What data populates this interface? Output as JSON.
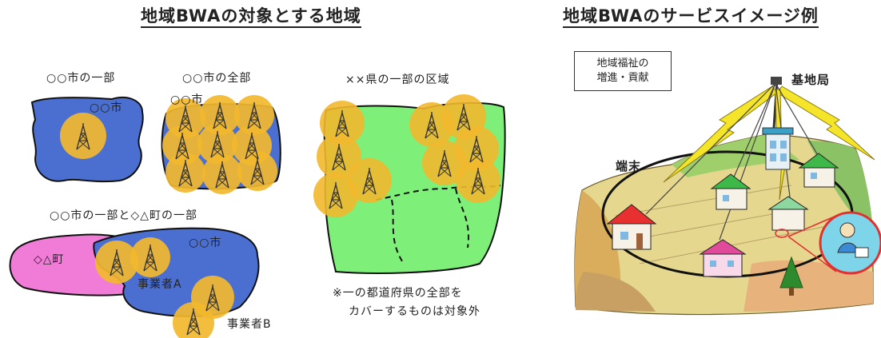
{
  "left_title": "地域BWAの対象とする地域",
  "right_title": "地域BWAのサービスイメージ例",
  "area_a": {
    "heading": "○○市の一部",
    "city_label": "○○市"
  },
  "area_b": {
    "heading": "○○市の全部",
    "city_label": "○○市"
  },
  "area_c": {
    "heading": "○○市の一部と◇△町の一部",
    "town_label": "◇△町",
    "city_label": "○○市",
    "operator_a": "事業者A",
    "operator_b": "事業者B"
  },
  "area_d": {
    "heading": "××県の一部の区域",
    "note_line1": "※一の都道府県の全部を",
    "note_line2": "カバーするものは対象外"
  },
  "service": {
    "box_line1": "地域福祉の",
    "box_line2": "増進・貢献",
    "base_station": "基地局",
    "terminal": "端末"
  },
  "colors": {
    "city_blue": "#4a6fd1",
    "town_pink": "#f07cd8",
    "prefecture_green": "#7ef07a",
    "coverage_gold": "#f2b82e",
    "lightning": "#f5e52a"
  }
}
